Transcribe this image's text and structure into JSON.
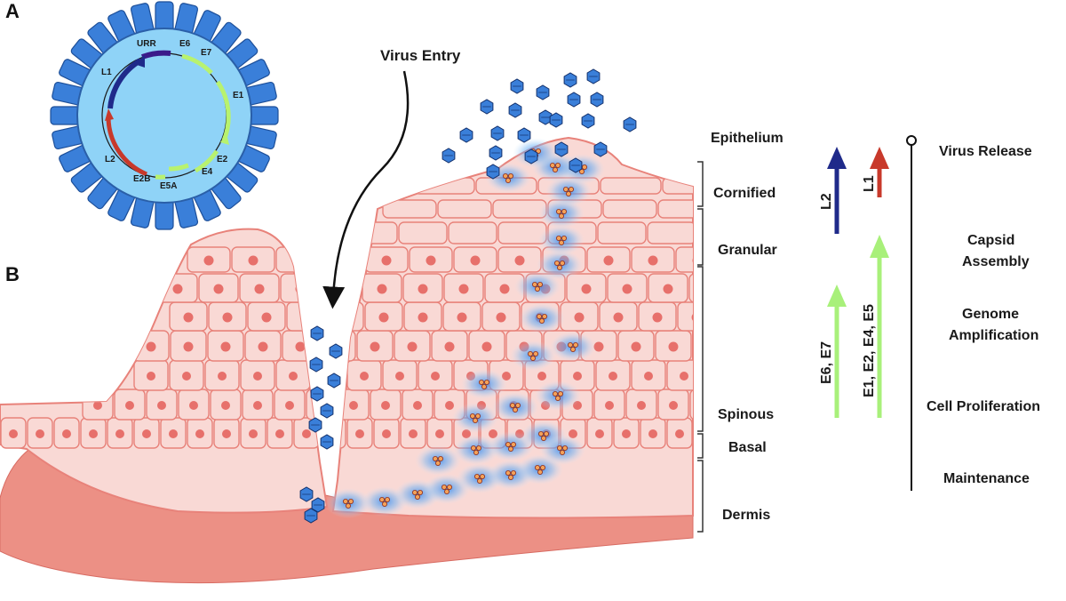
{
  "panels": {
    "a": "A",
    "b": "B"
  },
  "genome": {
    "genes": {
      "urr": "URR",
      "e6": "E6",
      "e7": "E7",
      "e1": "E1",
      "e2": "E2",
      "e4": "E4",
      "e5a": "E5A",
      "e2b": "E2B",
      "l2": "L2",
      "l1": "L1"
    }
  },
  "entry_label": "Virus Entry",
  "layers": {
    "epithelium": "Epithelium",
    "cornified": "Cornified",
    "granular": "Granular",
    "spinous": "Spinous",
    "basal": "Basal",
    "dermis": "Dermis"
  },
  "expression": {
    "l2": "L2",
    "l1": "L1",
    "e6e7": "E6, E7",
    "e1e2e4e5": "E1, E2, E4, E5"
  },
  "stages": {
    "release": "Virus Release",
    "capsid_1": "Capsid",
    "capsid_2": "Assembly",
    "genome_1": "Genome",
    "genome_2": "Amplification",
    "proliferation": "Cell Proliferation",
    "maintenance": "Maintenance"
  },
  "colors": {
    "capsomere": "#3a7fd9",
    "capsid_inner": "#8fd3f7",
    "red_marker": "#e0301e",
    "l1_arrow": "#c8392b",
    "l2_arrow": "#1f2a8a",
    "early_arrow": "#a8f07a",
    "skin_cell": "#f9d9d5",
    "cell_border": "#e8827a",
    "nucleus": "#e7706b",
    "dermis": "#ec9085",
    "infected_glow": "#3a8ff0"
  }
}
